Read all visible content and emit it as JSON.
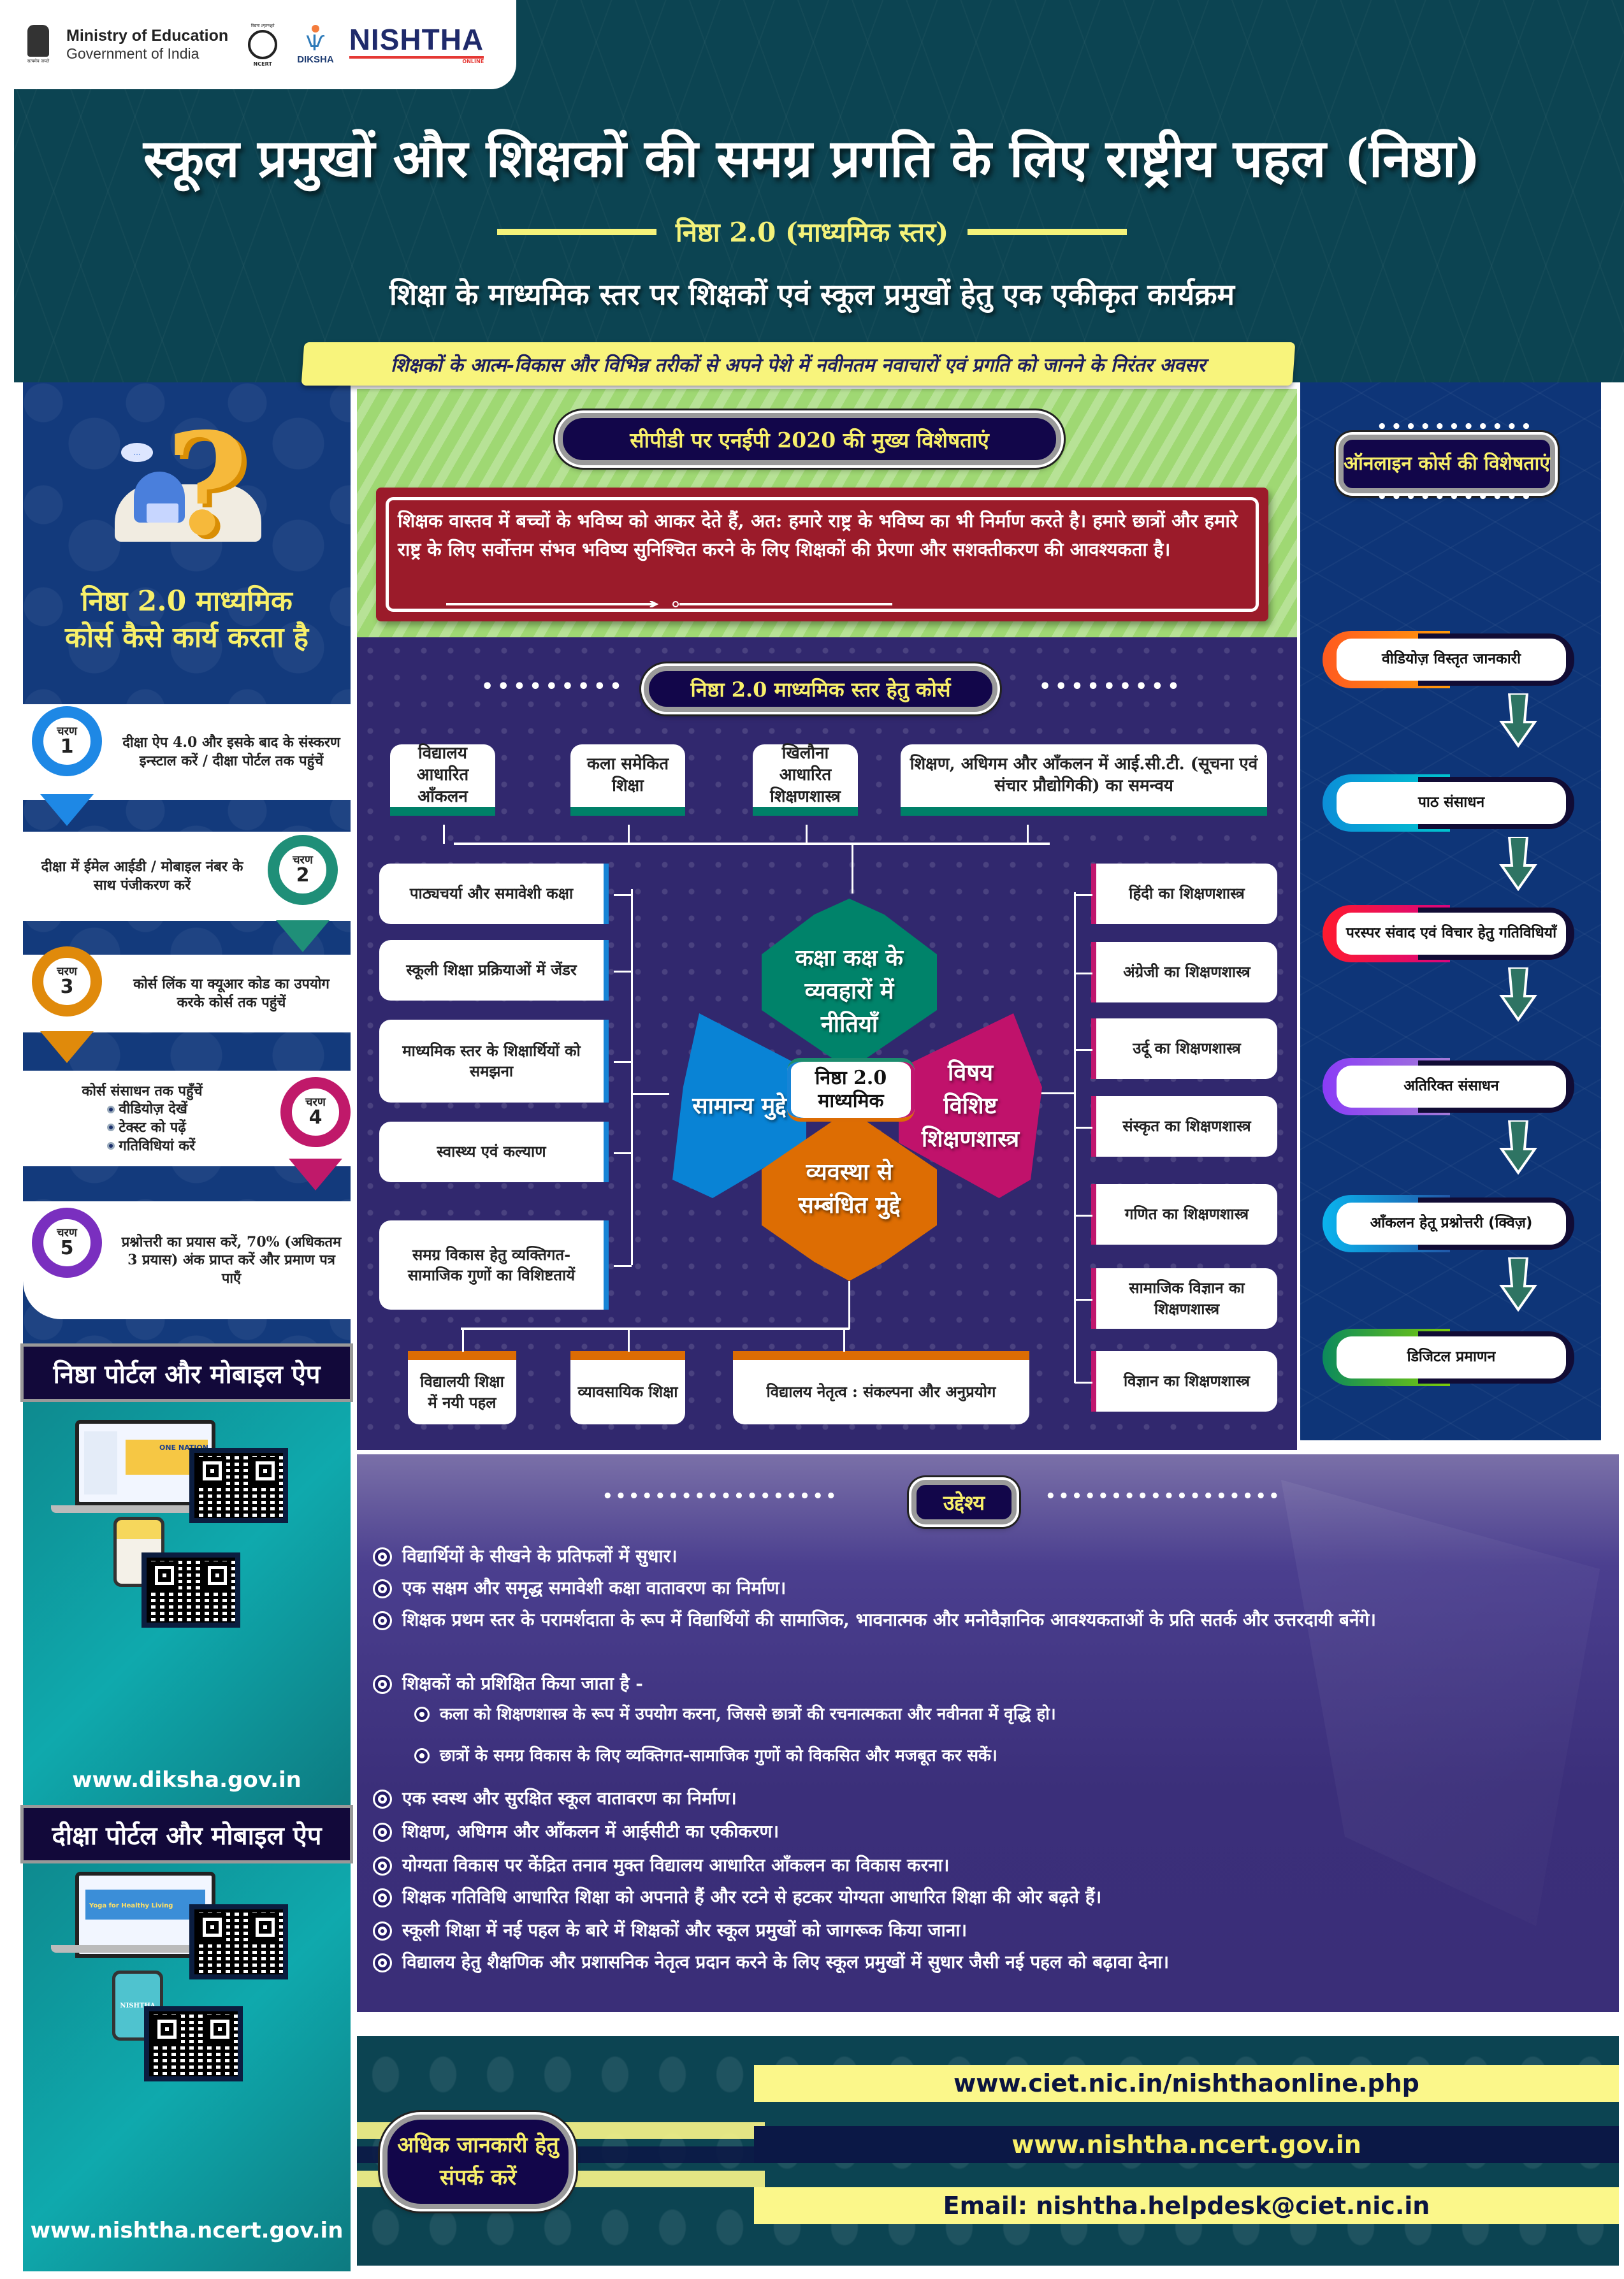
{
  "logos": {
    "ministry_line1": "Ministry of Education",
    "ministry_line2": "Government of India",
    "emblem_motto": "सत्यमेव जयते",
    "ncert_top": "विद्यया ऽमृतमश्नुते",
    "ncert_bottom": "NCERT",
    "diksha": "DIKSHA",
    "nishtha": "NISHTHA",
    "nishtha_sub": "ONLINE"
  },
  "header": {
    "title": "स्कूल प्रमुखों और शिक्षकों की समग्र प्रगति के लिए राष्ट्रीय पहल (निष्ठा)",
    "subtitle": "निष्ठा 2.0 (माध्यमिक स्तर)",
    "tagline": "शिक्षा के माध्यमिक स्तर पर शिक्षकों एवं स्कूल प्रमुखों हेतु एक एकीकृत कार्यक्रम",
    "ribbon": "शिक्षकों के आत्म-विकास और विभिन्न तरीकों से अपने पेशे में नवीनतम नवाचारों एवं प्रगति को जानने के निरंतर अवसर"
  },
  "how_it_works": {
    "title_line1": "निष्ठा 2.0 माध्यमिक",
    "title_line2": "कोर्स कैसे कार्य करता है",
    "bubble": "...",
    "step_label": "चरण",
    "steps": [
      {
        "num": "1",
        "color": "#1e88e5",
        "text": "दीक्षा ऐप 4.0 और इसके बाद के संस्करण इन्स्टाल करें / दीक्षा पोर्टल तक पहुंचें"
      },
      {
        "num": "2",
        "color": "#1f8f78",
        "text": "दीक्षा में ईमेल आईडी / मोबाइल नंबर के साथ पंजीकरण करें"
      },
      {
        "num": "3",
        "color": "#e08a0b",
        "text": "कोर्स लिंक या क्यूआर कोड का उपयोग करके कोर्स तक पहुंचें"
      },
      {
        "num": "4",
        "color": "#c0196a",
        "text": "कोर्स संसाधन तक पहुँचें",
        "bullets": [
          "वीडियोज़ देखें",
          "टेक्स्ट को पढ़ें",
          "गतिविधियां करें"
        ]
      },
      {
        "num": "5",
        "color": "#7a2fbf",
        "text": "प्रश्नोत्तरी का प्रयास करें, 70% (अधिकतम 3 प्रयास) अंक प्राप्त करें और प्रमाण पत्र पाएँ"
      }
    ]
  },
  "portals": [
    {
      "title": "निष्ठा पोर्टल और मोबाइल ऐप",
      "laptop_text": "ONE NATION",
      "url": "www.diksha.gov.in"
    },
    {
      "title": "दीक्षा पोर्टल और मोबाइल ऐप",
      "laptop_text": "Yoga for Healthy Living",
      "phone_text": "NISHTHA",
      "url": "www.nishtha.ncert.gov.in"
    }
  ],
  "nep": {
    "heading": "सीपीडी पर एनईपी 2020 की मुख्य विशेषताएं",
    "text": "शिक्षक वास्तव में बच्चों के भविष्य को आकर देते हैं, अत: हमारे राष्ट्र के भविष्य का भी निर्माण करते है। हमारे छात्रों  और हमारे राष्ट्र के लिए सर्वोत्तम संभव भविष्य सुनिश्चित करने के लिए शिक्षकों की प्रेरणा और सशक्तीकरण की आवश्यकता है।"
  },
  "courses": {
    "heading": "निष्ठा 2.0 माध्यमिक स्तर हेतु कोर्स",
    "dots": "•••••••••",
    "top": [
      "विद्यालय आधारित आँकलन",
      "कला समेकित शिक्षा",
      "खिलौना आधारित शिक्षणशास्त्र",
      "शिक्षण, अधिगम और आँकलन में आई.सी.टी. (सूचना एवं संचार  प्रौद्योगिकी) का समन्वय"
    ],
    "left": [
      "पाठ्यचर्या और समावेशी कक्षा",
      "स्कूली शिक्षा प्रक्रियाओं में जेंडर",
      "माध्यमिक स्तर के शिक्षार्थियों को समझना",
      "स्वास्थ्य एवं कल्याण",
      "समग्र विकास  हेतु व्यक्तिगत-सामाजिक गुणों का विशिष्टतायें"
    ],
    "right": [
      "हिंदी का शिक्षणशास्त्र",
      "अंग्रेजी का शिक्षणशास्त्र",
      "उर्दू का शिक्षणशास्त्र",
      "संस्कृत का शिक्षणशास्त्र",
      "गणित का शिक्षणशास्त्र",
      "सामाजिक विज्ञान का शिक्षणशास्त्र",
      "विज्ञान का शिक्षणशास्त्र"
    ],
    "bottom": [
      "विद्यालयी शिक्षा में नयी पहल",
      "व्यावसायिक शिक्षा",
      "विद्यालय नेतृत्व : संकल्पना और अनुप्रयोग"
    ],
    "petals": {
      "top": "कक्षा कक्ष के व्यवहारों में नीतियाँ",
      "left": "सामान्य मुद्दे",
      "right": "विषय विशिष्ट शिक्षणशास्त्र",
      "bottom": "व्यवस्था से सम्बंधित मुद्दे"
    },
    "center": "निष्ठा 2.0 माध्यमिक",
    "colors": {
      "top": "#00836a",
      "left": "#0983d5",
      "right": "#c0126b",
      "bottom": "#dd6d03"
    }
  },
  "online_features": {
    "heading": "ऑनलाइन कोर्स की विशेषताएं",
    "dots": "•••••••••••",
    "items": [
      {
        "label": "वीडियोज़ विस्तृत जानकारी",
        "from": "#ff5a1f",
        "to": "#ff9a0a"
      },
      {
        "label": "पाठ संसाधन",
        "from": "#0c8fd8",
        "to": "#00c4cf"
      },
      {
        "label": "परस्पर संवाद एवं विचार हेतु गतिविधियाँ",
        "from": "#ff1a2e",
        "to": "#d8067e"
      },
      {
        "label": "अतिरिक्त संसाधन",
        "from": "#8a3cf6",
        "to": "#a27ad8"
      },
      {
        "label": "आँकलन हेतू प्रश्नोत्तरी (क्विज़)",
        "from": "#0ab4ee",
        "to": "#2157a8"
      },
      {
        "label": "डिजिटल प्रमाणन",
        "from": "#0b8a5c",
        "to": "#7ccc0a"
      }
    ]
  },
  "objectives": {
    "heading": "उद्देश्य",
    "dots": "••••••••••••••••••",
    "items": [
      {
        "text": "विद्यार्थियों के सीखने के प्रतिफलों में सुधार।"
      },
      {
        "text": "एक सक्षम और समृद्ध समावेशी कक्षा वातावरण का निर्माण।"
      },
      {
        "text": "शिक्षक प्रथम स्तर के परामर्शदाता के रूप में विद्यार्थियों की सामाजिक, भावनात्मक और मनोवैज्ञानिक आवश्यकताओं के प्रति सतर्क और उत्तरदायी बनेंगे।"
      },
      {
        "text": "शिक्षकों को प्रशिक्षित किया जाता है -"
      },
      {
        "text": "कला को शिक्षणशास्त्र के रूप में उपयोग करना, जिससे छात्रों की रचनात्मकता और नवीनता में वृद्धि हो।",
        "sub": true
      },
      {
        "text": "छात्रों के समग्र विकास के लिए व्यक्तिगत-सामाजिक गुणों को विकसित और मजबूत कर सकें।",
        "sub": true
      },
      {
        "text": "एक स्वस्थ और सुरक्षित स्कूल वातावरण का निर्माण।"
      },
      {
        "text": "शिक्षण, अधिगम और आँकलन में आईसीटी का एकीकरण।"
      },
      {
        "text": "योग्यता विकास पर केंद्रित तनाव मुक्त विद्यालय आधारित आँकलन का विकास करना।"
      },
      {
        "text": "शिक्षक गतिविधि आधारित शिक्षा को अपनाते हैं और रटने से हटकर योग्यता आधारित शिक्षा की ओर बढ़ते हैं।"
      },
      {
        "text": "स्कूली शिक्षा में नई पहल के बारे में शिक्षकों और स्कूल प्रमुखों को जागरूक किया जाना।"
      },
      {
        "text": "विद्यालय हेतु शैक्षणिक और प्रशासनिक नेतृत्व प्रदान करने के लिए स्कूल प्रमुखों में सुधार जैसी नई पहल को बढ़ावा देना।"
      }
    ]
  },
  "contact": {
    "heading": "अधिक जानकारी हेतु संपर्क करें",
    "links": [
      {
        "text": "www.ciet.nic.in/nishthaonline.php",
        "bg": "#fbf78a",
        "fg": "#0b1440"
      },
      {
        "text": "www.nishtha.ncert.gov.in",
        "bg": "#0b1846",
        "fg": "#f8f06a"
      },
      {
        "text": "Email: nishtha.helpdesk@ciet.nic.in",
        "bg": "#fbf78a",
        "fg": "#0b1440"
      }
    ]
  }
}
